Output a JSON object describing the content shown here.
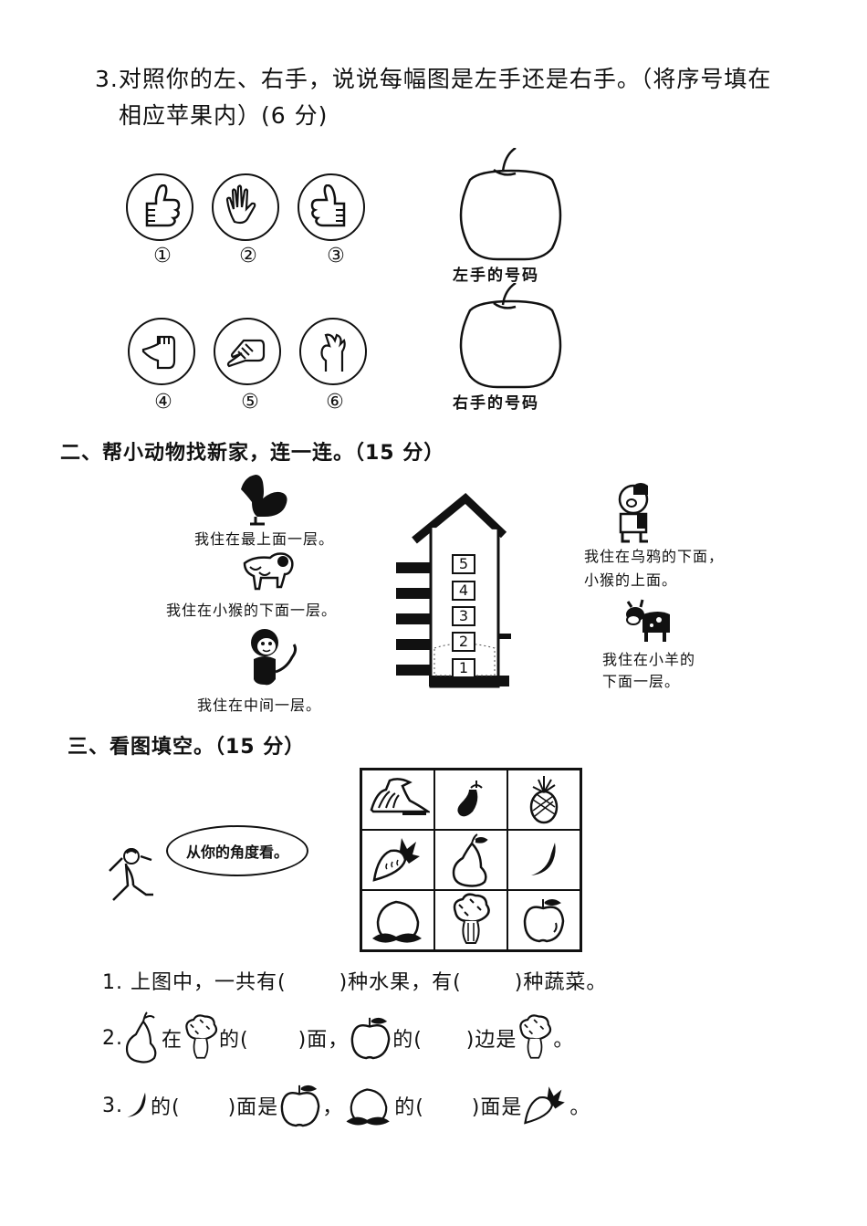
{
  "q3": {
    "line1": "3.对照你的左、右手，说说每幅图是左手还是右手。（将序号填在",
    "line2": "相应苹果内）(6 分)",
    "hands": [
      {
        "num": "①",
        "icon": "thumbs-up-hand"
      },
      {
        "num": "②",
        "icon": "open-palm-hand"
      },
      {
        "num": "③",
        "icon": "thumbs-up-hand"
      },
      {
        "num": "④",
        "icon": "thumb-out-fist-hand"
      },
      {
        "num": "⑤",
        "icon": "pointing-hand"
      },
      {
        "num": "⑥",
        "icon": "crossed-fingers-hand"
      }
    ],
    "apples": [
      {
        "label": "左手的号码"
      },
      {
        "label": "右手的号码"
      }
    ]
  },
  "section2": {
    "title": "二、帮小动物找新家，连一连。（15 分）",
    "left_animals": [
      {
        "icon": "crow-icon",
        "text": "我住在最上面一层。"
      },
      {
        "icon": "sheep-icon",
        "text": "我住在小猴的下面一层。"
      },
      {
        "icon": "monkey-icon",
        "text": "我住在中间一层。"
      }
    ],
    "right_animals": [
      {
        "icon": "pig-icon",
        "text1": "我住在乌鸦的下面，",
        "text2": "小猴的上面。"
      },
      {
        "icon": "cow-icon",
        "text1": "我住在小羊的",
        "text2": "下面一层。"
      }
    ],
    "floors": [
      "5",
      "4",
      "3",
      "2",
      "1"
    ]
  },
  "section3": {
    "title": "三、看图填空。（15 分）",
    "bubble": "从你的角度看。",
    "grid": [
      [
        "cabbage",
        "eggplant",
        "pineapple"
      ],
      [
        "radish",
        "pear",
        "chili-pepper"
      ],
      [
        "peach",
        "broccoli",
        "apple"
      ]
    ],
    "q1": {
      "a": "1. 上图中，一共有(",
      "b": ")种水果，有(",
      "c": ")种蔬菜。"
    },
    "q2": {
      "n": "2.",
      "a": "在",
      "b": "的(",
      "c": ")面，",
      "d": "的(",
      "e": ")边是",
      "f": "。"
    },
    "q3": {
      "n": "3.",
      "a": "的(",
      "b": ")面是",
      "c": "，",
      "d": "的(",
      "e": ")面是",
      "f": "。"
    }
  }
}
